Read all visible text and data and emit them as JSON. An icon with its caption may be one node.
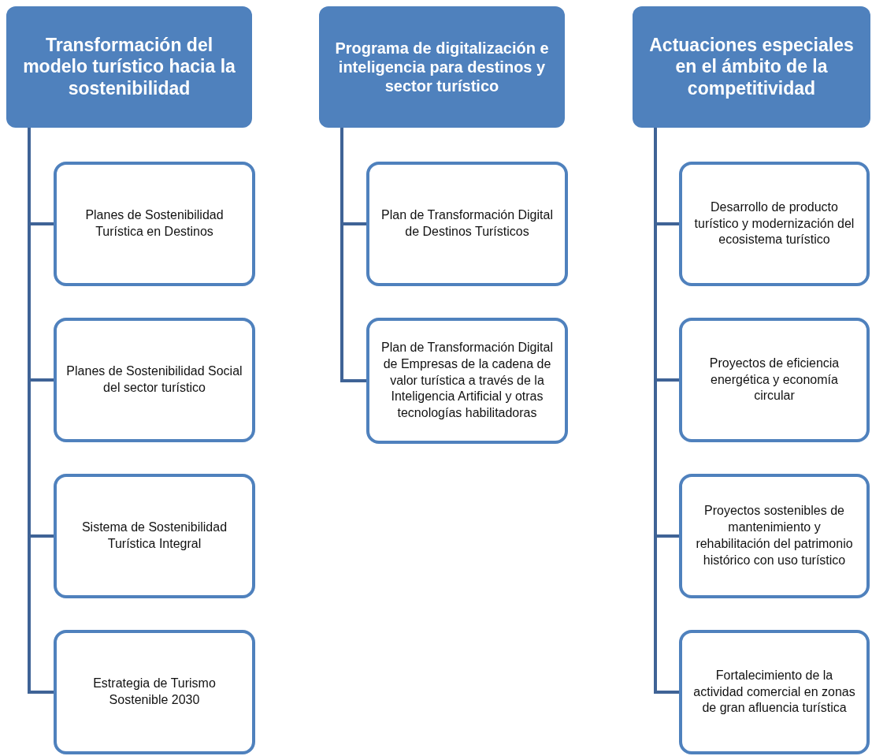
{
  "diagram": {
    "nodes": [
      {
        "text": [
          "Transformación del modelo turístico hacia la sostenibilidad"
        ]
      },
      {
        "text": [
          "Planes de Sostenibilidad Turística en Destinos"
        ]
      },
      {
        "text": [
          "Planes de Sostenibilidad Social del sector turístico"
        ]
      },
      {
        "text": [
          "Sistema de Sostenibilidad Turística Integral"
        ]
      },
      {
        "text": [
          "Estrategia de Turismo Sostenible 2030"
        ]
      },
      {
        "text": [
          "Programa de digitalización e inteligencia para destinos y sector turístico"
        ]
      },
      {
        "text": [
          "Plan de Transformación Digital de Destinos Turísticos"
        ]
      },
      {
        "text": [
          "Plan de Transformación Digital de Empresas de la cadena de valor turística a través de la Inteligencia Artificial y otras tecnologías habilitadoras"
        ]
      },
      {
        "text": [
          "Actuaciones especiales en el ámbito de la competitividad"
        ]
      },
      {
        "text": [
          "Desarrollo de producto turístico y modernización del ecosistema turístico"
        ]
      },
      {
        "text": [
          "Proyectos de eficiencia energética y economía circular"
        ]
      },
      {
        "text": [
          "Proyectos sostenibles de mantenimiento y rehabilitación del patrimonio histórico con uso turístico"
        ]
      },
      {
        "text": [
          "Fortalecimiento de la actividad comercial en zonas de gran afluencia turística"
        ]
      }
    ],
    "edges": [
      {
        "from": 0,
        "to": 1,
        "arrow": "none"
      },
      {
        "from": 0,
        "to": 2,
        "arrow": "none"
      },
      {
        "from": 0,
        "to": 3,
        "arrow": "none"
      },
      {
        "from": 0,
        "to": 4,
        "arrow": "none"
      },
      {
        "from": 5,
        "to": 6,
        "arrow": "none"
      },
      {
        "from": 5,
        "to": 7,
        "arrow": "none"
      },
      {
        "from": 8,
        "to": 9,
        "arrow": "none"
      },
      {
        "from": 8,
        "to": 10,
        "arrow": "none"
      },
      {
        "from": 8,
        "to": 11,
        "arrow": "none"
      },
      {
        "from": 8,
        "to": 12,
        "arrow": "none"
      }
    ]
  }
}
